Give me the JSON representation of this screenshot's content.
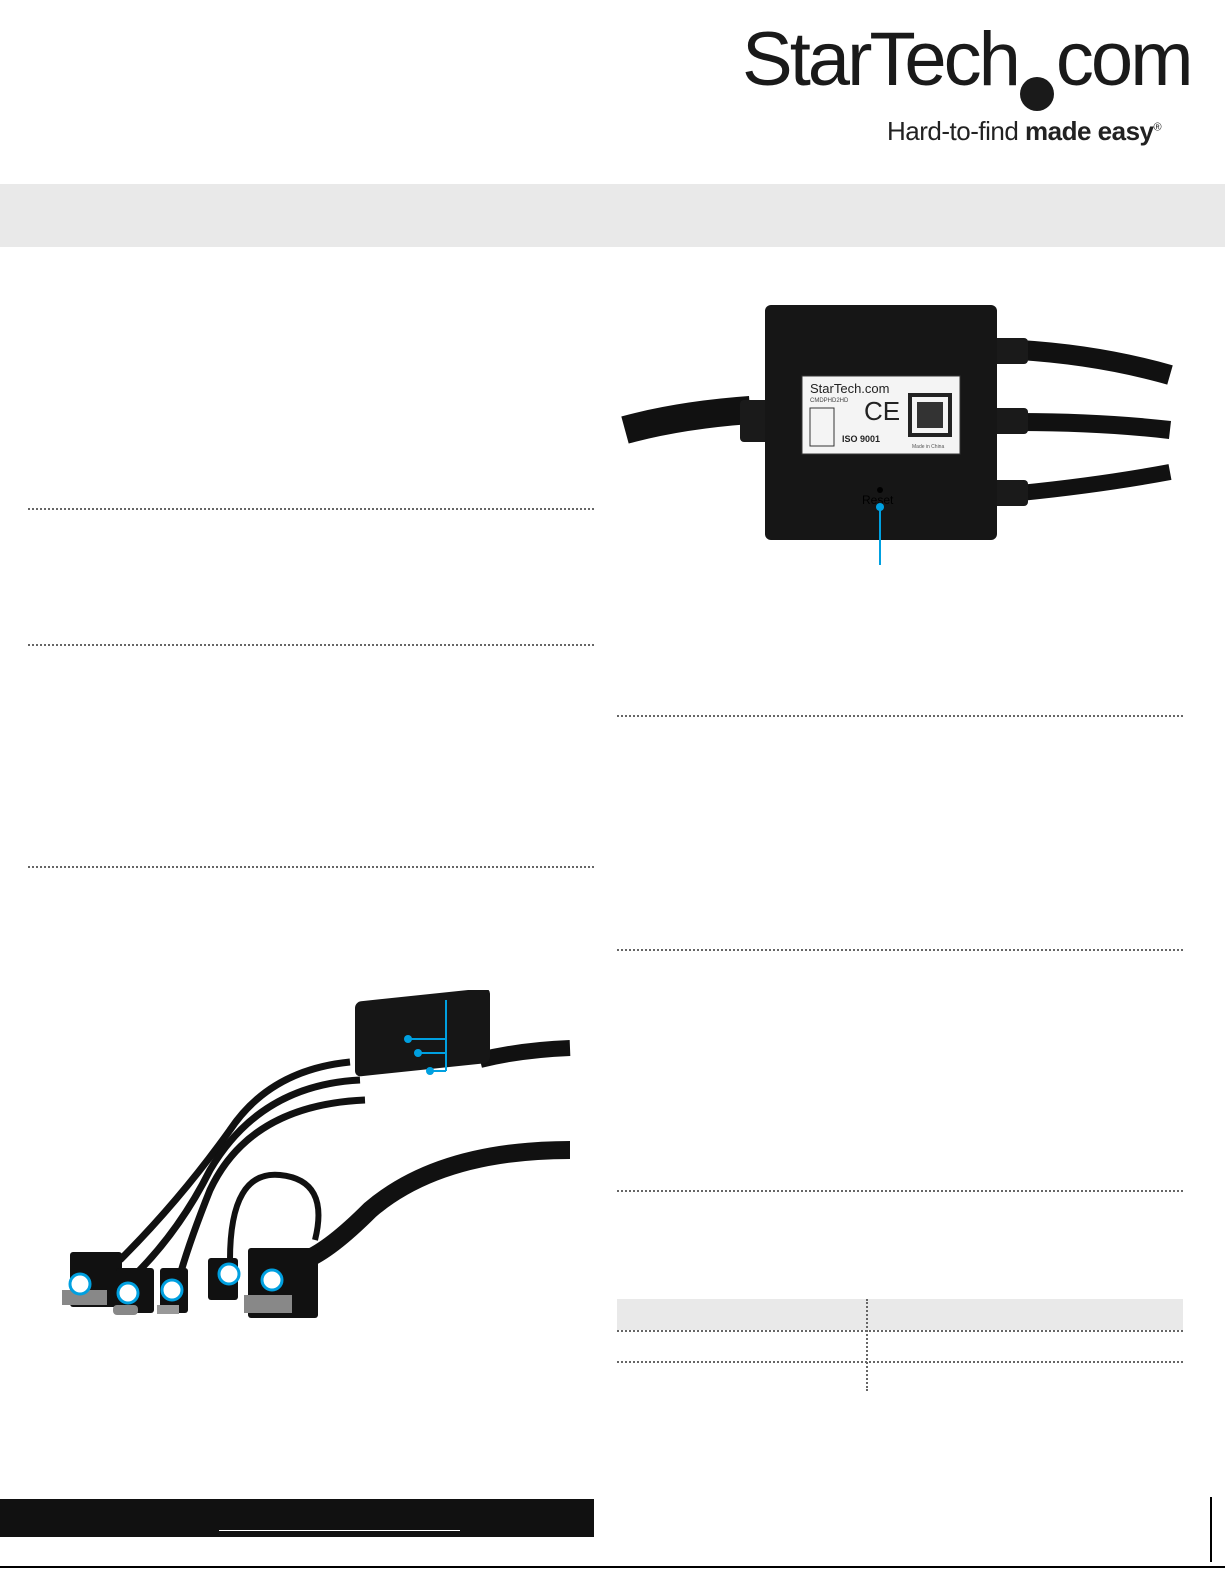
{
  "logo": {
    "brand": "StarTech",
    "suffix": "com",
    "tagline_light": "Hard-to-find ",
    "tagline_bold": "made easy",
    "registered": "®"
  },
  "product_label": {
    "brand": "StarTech.com",
    "model": "CMDPHD2HD",
    "cert": "ISO 9001",
    "origin": "Made in China",
    "button": "Reset"
  },
  "colors": {
    "accent": "#00a0e0",
    "band": "#e9e9e9",
    "device": "#111111"
  },
  "callouts": {
    "bottom_photo_markers": 5,
    "hub_markers": 3
  }
}
